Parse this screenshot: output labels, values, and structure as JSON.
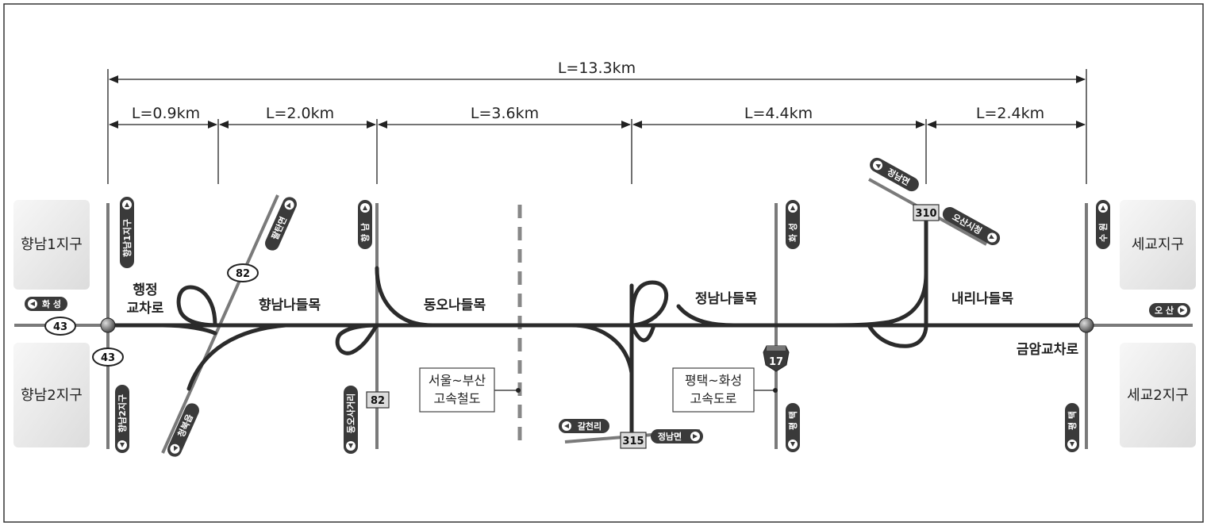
{
  "dimensions": {
    "total": "L=13.3km",
    "segments": [
      "L=0.9km",
      "L=2.0km",
      "L=3.6km",
      "L=4.4km",
      "L=2.4km"
    ]
  },
  "districts": {
    "top_left": "향남1지구",
    "bottom_left": "향남2지구",
    "top_right": "세교지구",
    "bottom_right": "세교2지구"
  },
  "junctions": {
    "haengjeong": "행정\n교차로",
    "hyangnam": "향남나들목",
    "dongo": "동오나들목",
    "jeongnam": "정남나들목",
    "naeri": "내리나들목",
    "geumam": "금암교차로"
  },
  "direction_signs": {
    "west_main": "화 성",
    "east_main": "오 산",
    "hyangnam1_up": "향남1지구",
    "hyangnam2_down": "향남2지구",
    "paltan_up": "팔탄면",
    "cheongbuk_down": "청북읍",
    "hyangnam_up": "향 남",
    "dongo_down": "동오사거리",
    "hwaseong_up": "화 성",
    "pyeongtaek_down_1": "평 택",
    "jeongnam_310": "정남면",
    "osan_310": "오산시청",
    "suwon_up": "수 원",
    "pyeongtaek_down_2": "평 택",
    "galcheon": "갈천리",
    "jeongnam_315": "정남면"
  },
  "route_numbers": {
    "r43_main": "43",
    "r43_south": "43",
    "r82_circle": "82",
    "r82_box": "82",
    "r310": "310",
    "r315": "315",
    "r17": "17"
  },
  "callouts": {
    "railway": "서울~부산\n고속철도",
    "expressway": "평택~화성\n고속도로"
  },
  "colors": {
    "road": "#2b2b2b",
    "cross_road": "#7a7a7a",
    "district_fill": "#ececec",
    "sign_fill": "#3a3a3a",
    "railway": "#888888"
  }
}
